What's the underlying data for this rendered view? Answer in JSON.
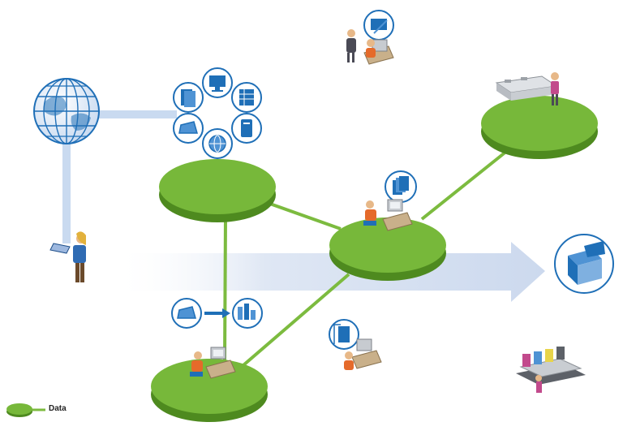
{
  "diagram": {
    "type": "workflow-network",
    "colors": {
      "node_top": "#77b83a",
      "node_side": "#4e8a1f",
      "connector": "#7cbb3f",
      "flow_arrow": "#d9e3f2",
      "icon_blue": "#1f6fb7",
      "icon_circle_border": "#1f6fb7",
      "printer_gray": "#b8bcc2"
    },
    "nodes": [
      {
        "id": "input-node",
        "icons": [
          "book-icon",
          "monitor-icon",
          "spreadsheet-icon",
          "document-stack-icon",
          "scanner-icon",
          "globe-refresh-icon"
        ]
      },
      {
        "id": "central-hub-node",
        "icons": [
          "operator-workstation-icon",
          "pages-stack-icon"
        ]
      },
      {
        "id": "press-node",
        "icons": [
          "digital-press-icon",
          "press-operator-icon"
        ]
      },
      {
        "id": "color-node",
        "icons": [
          "operator-workstation-icon",
          "scanner-icon",
          "color-profile-icon"
        ]
      }
    ],
    "external": {
      "globe": "globe-icon",
      "remote_user": "laptop-user-icon",
      "output_box": "box-output-icon",
      "offset_press": "offset-press-icon",
      "designer_station": "designer-workstation-icon",
      "imposition_station": "imposition-workstation-icon"
    }
  },
  "legend": {
    "label": "Data"
  }
}
